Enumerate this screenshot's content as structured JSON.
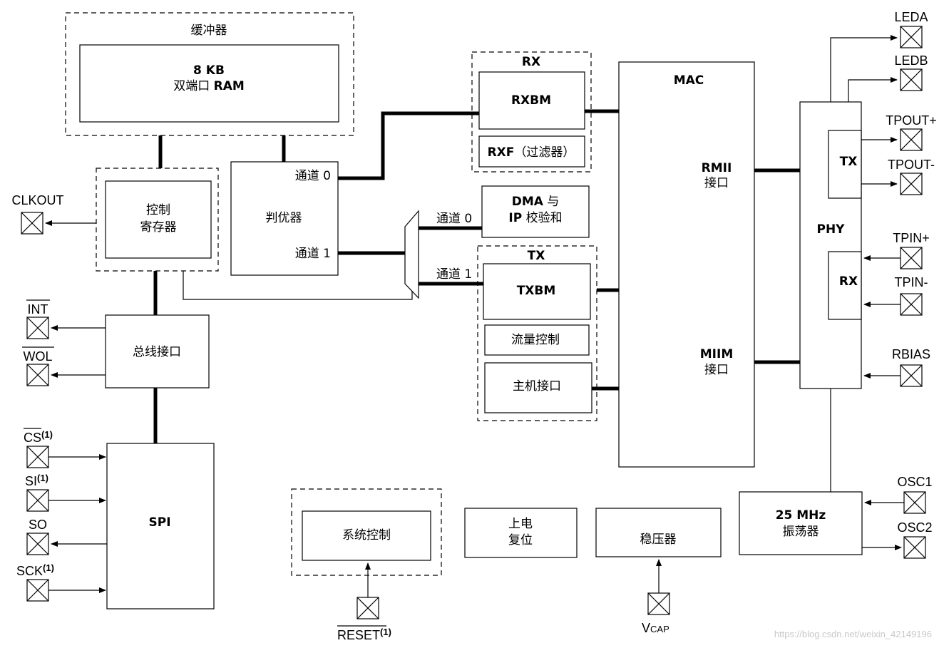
{
  "blocks": {
    "buffer_title": "缓冲器",
    "ram_line1": "8 KB",
    "ram_line2_cn": "双端口 ",
    "ram_line2_b": "RAM",
    "arbiter": "判优器",
    "ch0": "通道 0",
    "ch1": "通道 1",
    "ctrl_reg_line1": "控制",
    "ctrl_reg_line2": "寄存器",
    "bus_if": "总线接口",
    "spi": "SPI",
    "rx_title": "RX",
    "rxbm": "RXBM",
    "rxf_b": "RXF",
    "rxf_cn": "（过滤器）",
    "dma_line1_b": "DMA",
    "dma_line1_cn": " 与",
    "dma_line2_b": "IP",
    "dma_line2_cn": " 校验和",
    "tx_title": "TX",
    "txbm": "TXBM",
    "flow_ctrl": "流量控制",
    "host_if": "主机接口",
    "mac": "MAC",
    "rmii": "RMII",
    "rmii_cn": "接口",
    "miim": "MIIM",
    "miim_cn": "接口",
    "phy": "PHY",
    "phy_tx": "TX",
    "phy_rx": "RX",
    "sys_ctrl": "系统控制",
    "por_line1": "上电",
    "por_line2": "复位",
    "regulator": "稳压器",
    "osc_line1": "25 MHz",
    "osc_line2": "振荡器"
  },
  "pins": {
    "clkout": "CLKOUT",
    "int": "INT",
    "wol": "WOL",
    "cs": "CS",
    "si": "SI",
    "so": "SO",
    "sck": "SCK",
    "sup1": "(1)",
    "reset": "RESET",
    "vcap_v": "V",
    "vcap_sub": "CAP",
    "leda": "LEDA",
    "ledb": "LEDB",
    "tpout_p": "TPOUT+",
    "tpout_m": "TPOUT-",
    "tpin_p": "TPIN+",
    "tpin_m": "TPIN-",
    "rbias": "RBIAS",
    "osc1": "OSC1",
    "osc2": "OSC2"
  },
  "watermark": "https://blog.csdn.net/weixin_42149196"
}
